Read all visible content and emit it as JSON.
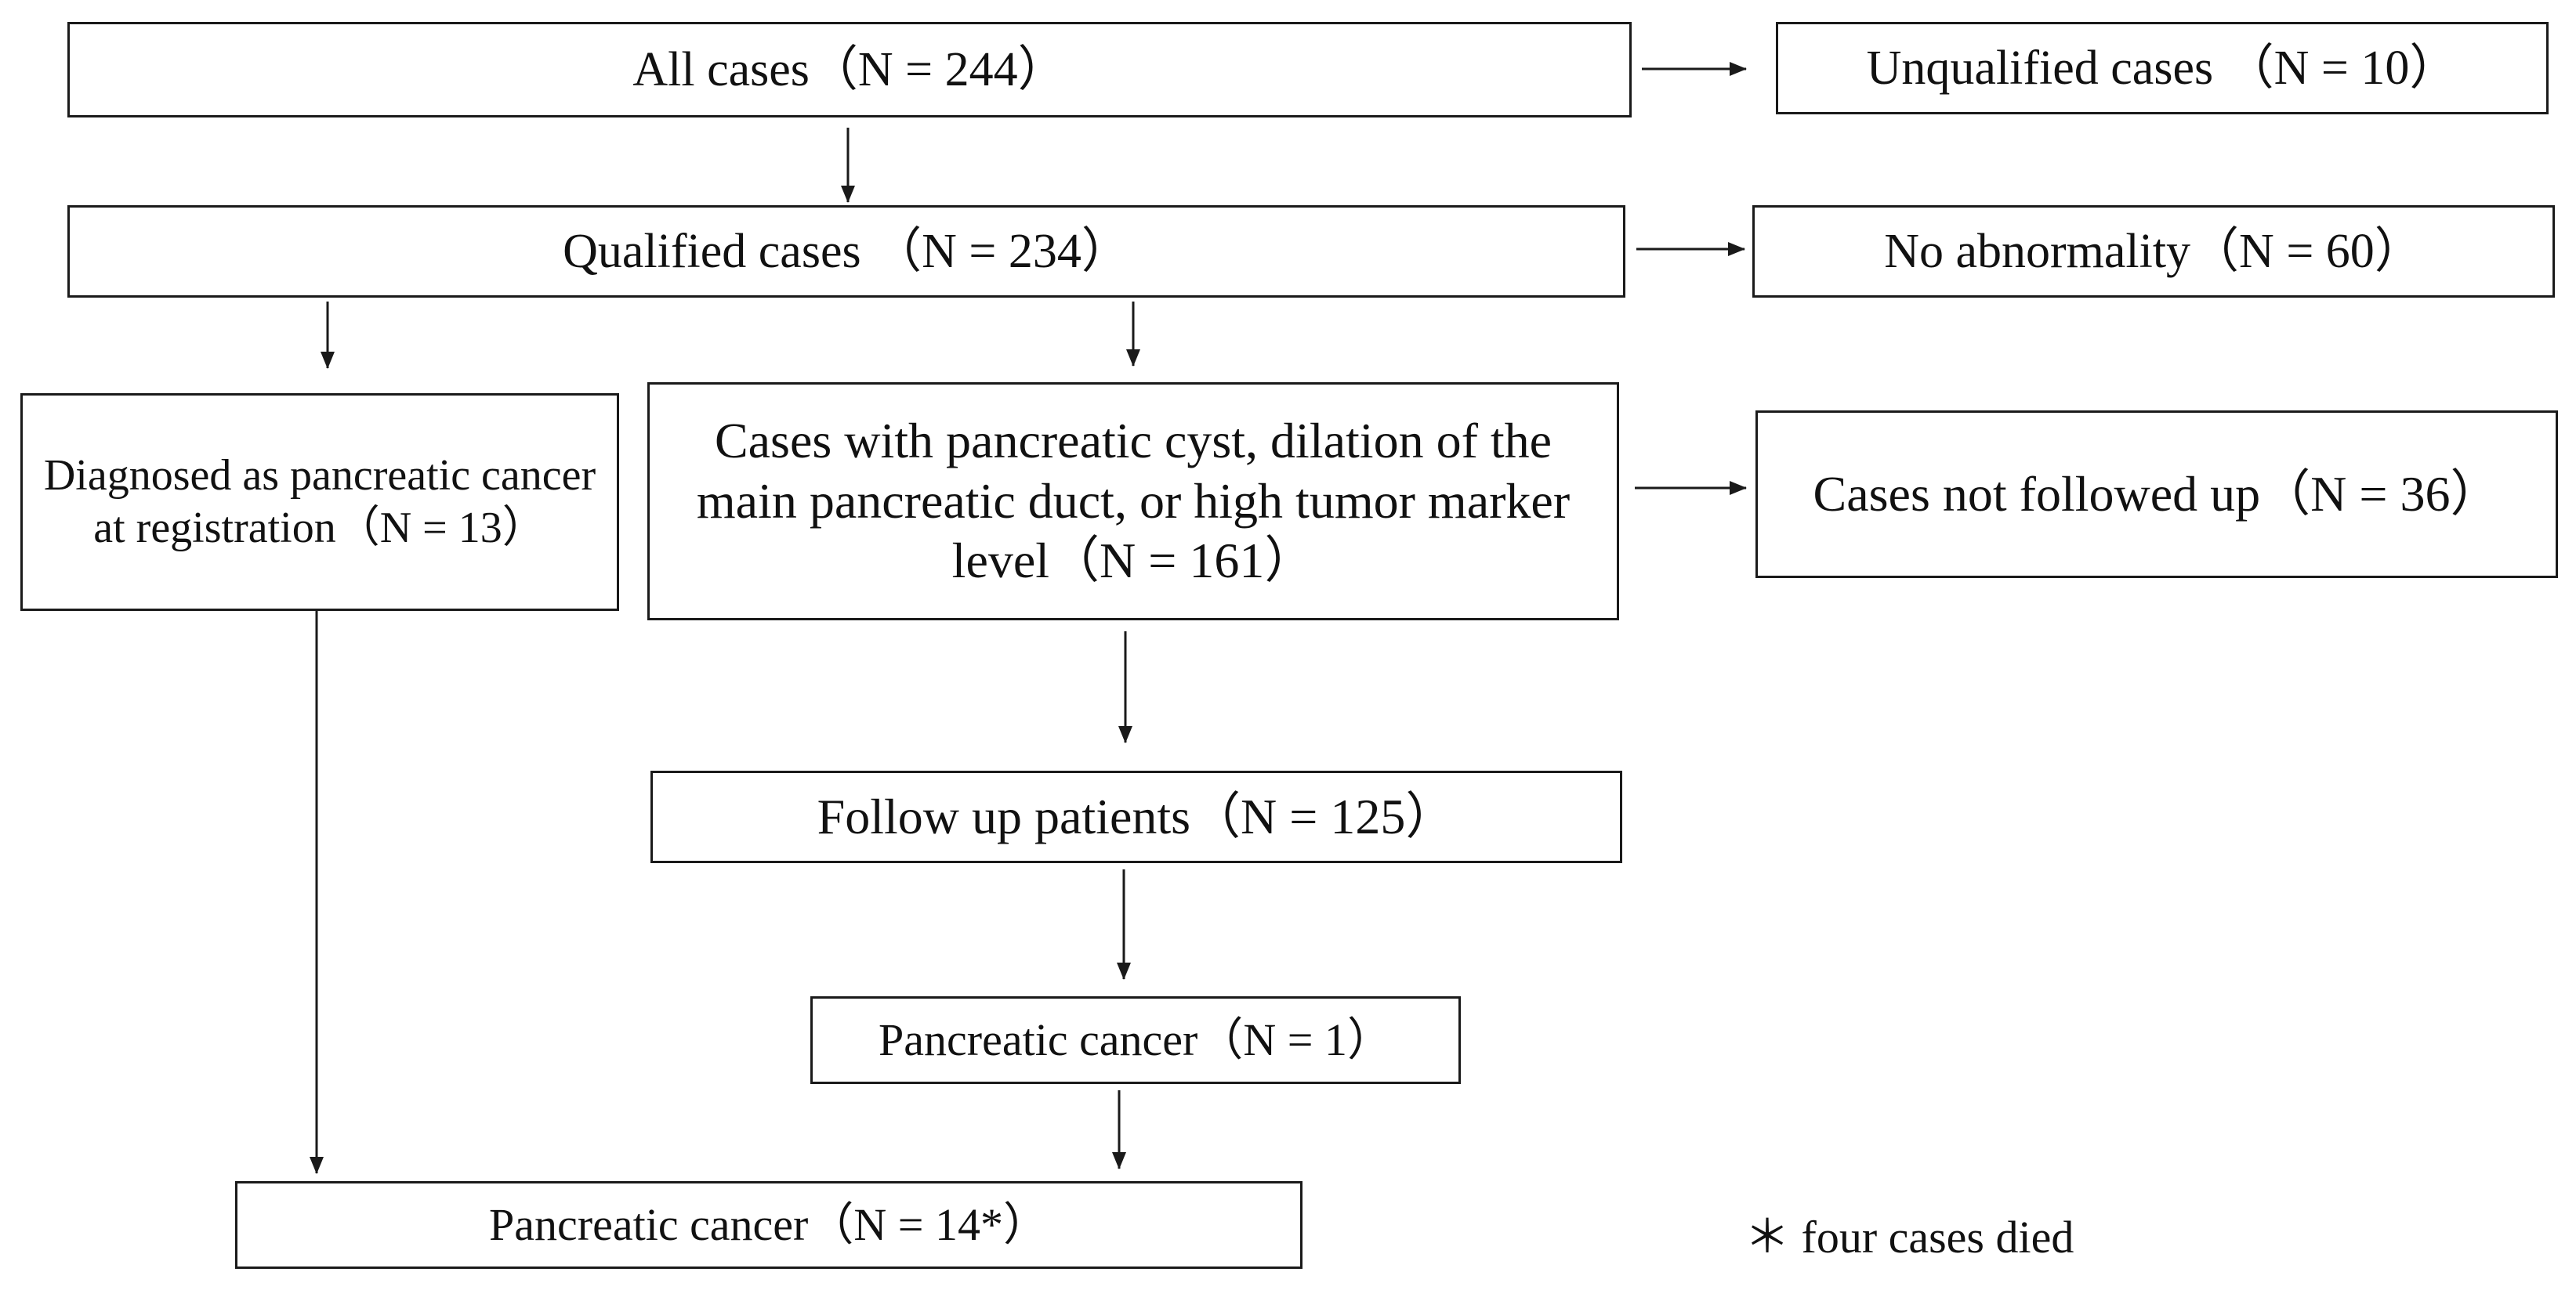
{
  "nodes": {
    "all_cases": "All cases（N = 244）",
    "unqualified": "Unqualified cases （N = 10）",
    "qualified": "Qualified cases （N = 234）",
    "no_abnormality": "No abnormality（N = 60）",
    "diagnosed_at_registration": "Diagnosed as pancreatic cancer at registration（N = 13）",
    "cases_with_findings": "Cases with pancreatic cyst, dilation of the main pancreatic duct, or high tumor marker level（N = 161）",
    "not_followed_up": "Cases not followed up（N = 36）",
    "follow_up": "Follow up patients（N = 125）",
    "pancreatic_cancer_followup": "Pancreatic cancer（N = 1）",
    "pancreatic_cancer_total": "Pancreatic cancer（N = 14*）"
  },
  "footnote": "＊ four cases died"
}
